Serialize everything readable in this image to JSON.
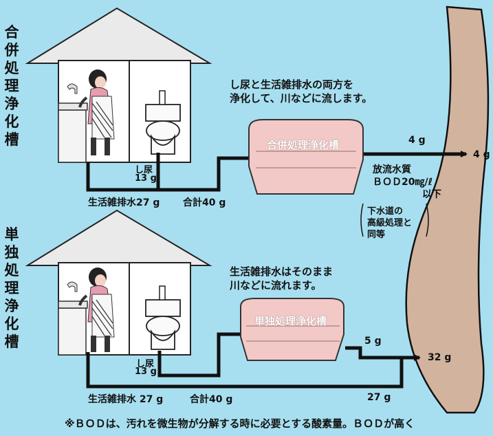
{
  "side_labels": {
    "combined": [
      "合",
      "併",
      "処",
      "理",
      "浄",
      "化",
      "槽"
    ],
    "single": [
      "単",
      "独",
      "処",
      "理",
      "浄",
      "化",
      "槽"
    ]
  },
  "top_system": {
    "description_line1": "し尿と生活雑排水の両方を",
    "description_line2": "浄化して、川などに流します。",
    "tank_label": "合併処理浄化槽",
    "urine_label": "し尿",
    "urine_value": "13 g",
    "graywater_label": "生活雑排水27 g",
    "total_label": "合計40 g",
    "output_value": "4 g",
    "river_value": "4 g",
    "discharge_line1": "放流水質",
    "discharge_line2": "ＢＯＤ20㎎/ℓ",
    "discharge_line3": "以下",
    "note_line1": "下水道の",
    "note_line2": "高級処理と",
    "note_line3": "同等"
  },
  "bottom_system": {
    "description_line1": "生活雑排水はそのまま",
    "description_line2": "川などに流れます。",
    "tank_label": "単独処理浄化槽",
    "urine_label": "し尿",
    "urine_value": "13 g",
    "graywater_label": "生活雑排水 27 g",
    "total_label": "合計40 g",
    "tank_output": "5 g",
    "bypass_value": "27 g",
    "river_value": "32 g"
  },
  "footnote": "※ＢＯＤは、汚れを微生物が分解する時に必要とする酸素量。ＢＯＤが高く",
  "colors": {
    "background": "#a8dff0",
    "river": "#d2b49e",
    "tank": "#f2c9c6",
    "pipe": "#111111"
  }
}
